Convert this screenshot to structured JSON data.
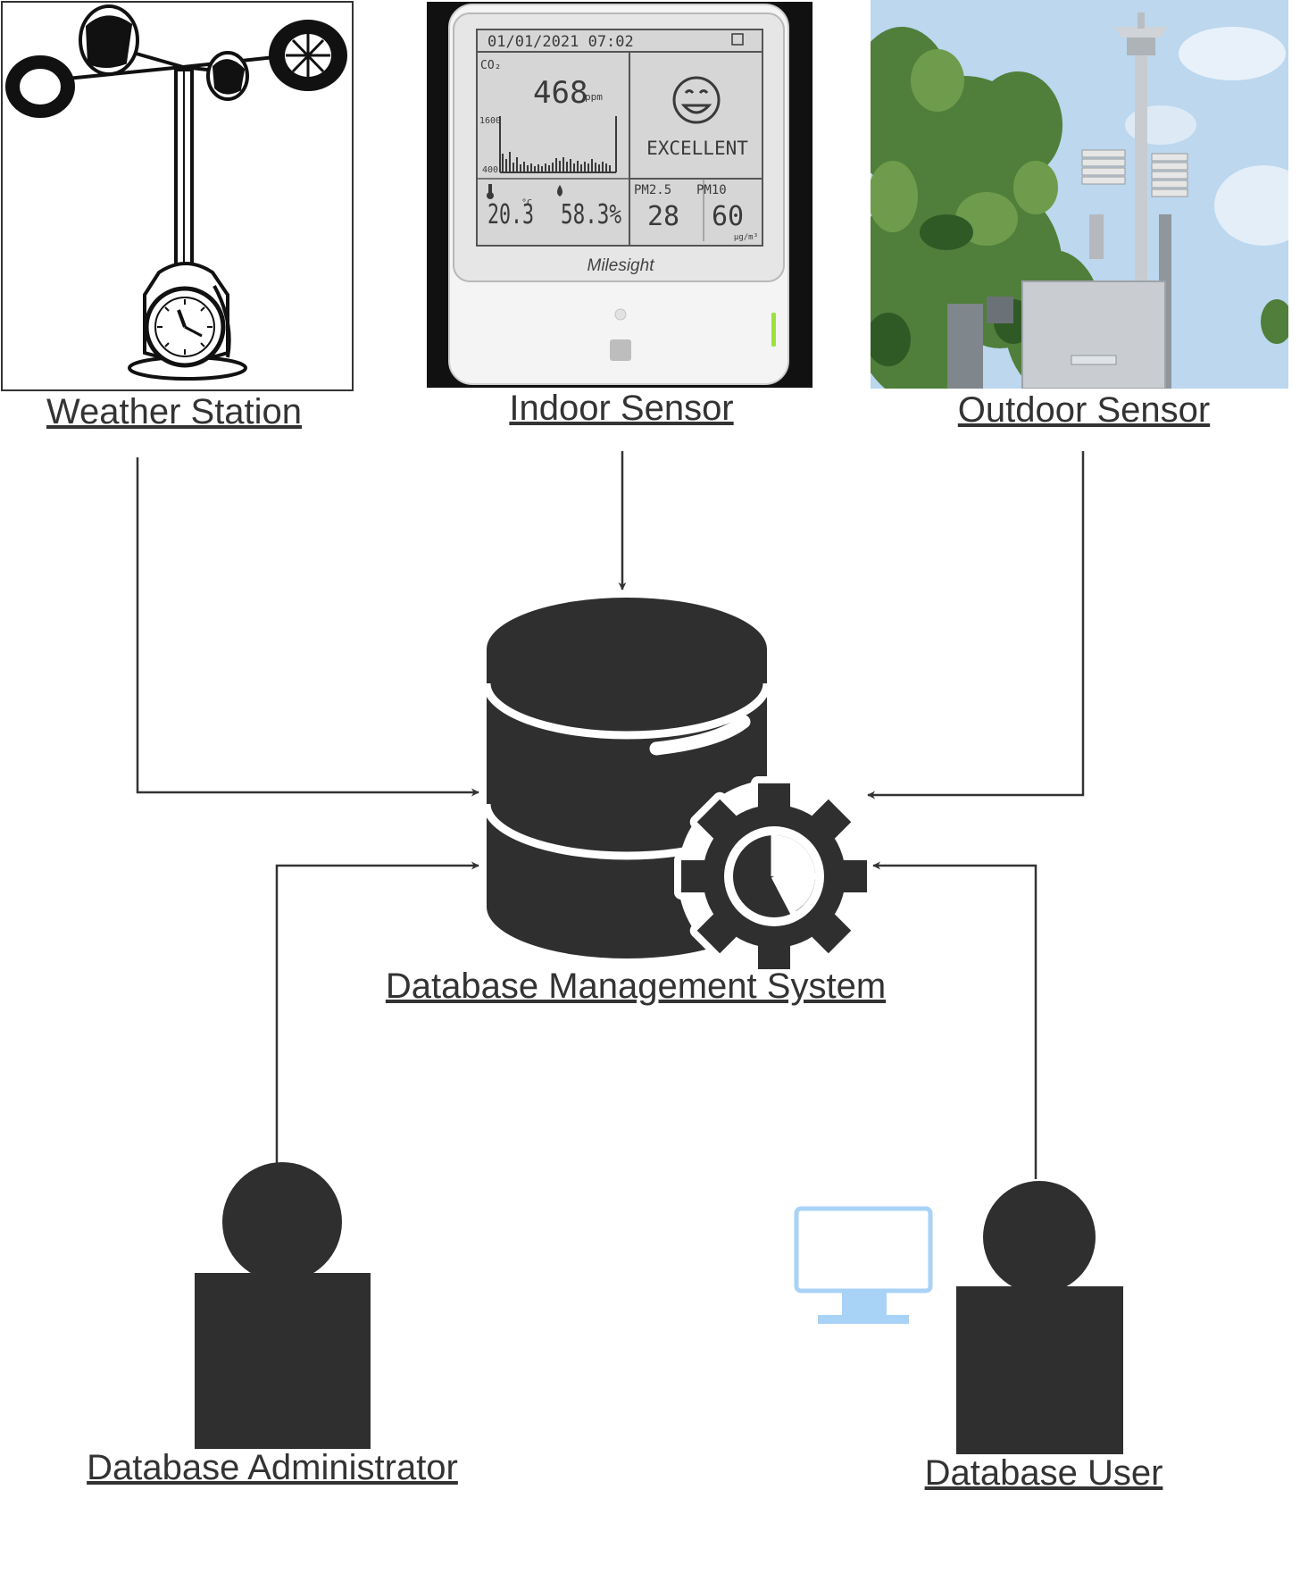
{
  "labels": {
    "weather_station": "Weather Station",
    "indoor_sensor": "Indoor Sensor",
    "outdoor_sensor": "Outdoor Sensor",
    "dbms": "Database Management System",
    "db_admin": "Database Administrator",
    "db_user": "Database User"
  },
  "indoor_display": {
    "datetime": "01/01/2021  07:02",
    "co2_label": "CO₂",
    "co2_value": "468",
    "co2_unit": "ppm",
    "scale_high": "1600",
    "scale_low": "400",
    "status": "EXCELLENT",
    "temperature": "20.3",
    "temp_unit": "°C",
    "humidity": "58.3%",
    "pm25_label": "PM2.5",
    "pm10_label": "PM10",
    "pm25_value": "28",
    "pm10_value": "60",
    "pm_unit": "µg/m³",
    "brand": "Milesight"
  },
  "colors": {
    "ink": "#333333",
    "monitor": "#a9d2f7",
    "sky": "#bcd7ee",
    "foliage": "#4f7f3a",
    "led": "#9be23a"
  },
  "icons": [
    "anemometer-icon",
    "database-gear-icon",
    "person-icon",
    "monitor-icon",
    "arrow-icon"
  ]
}
